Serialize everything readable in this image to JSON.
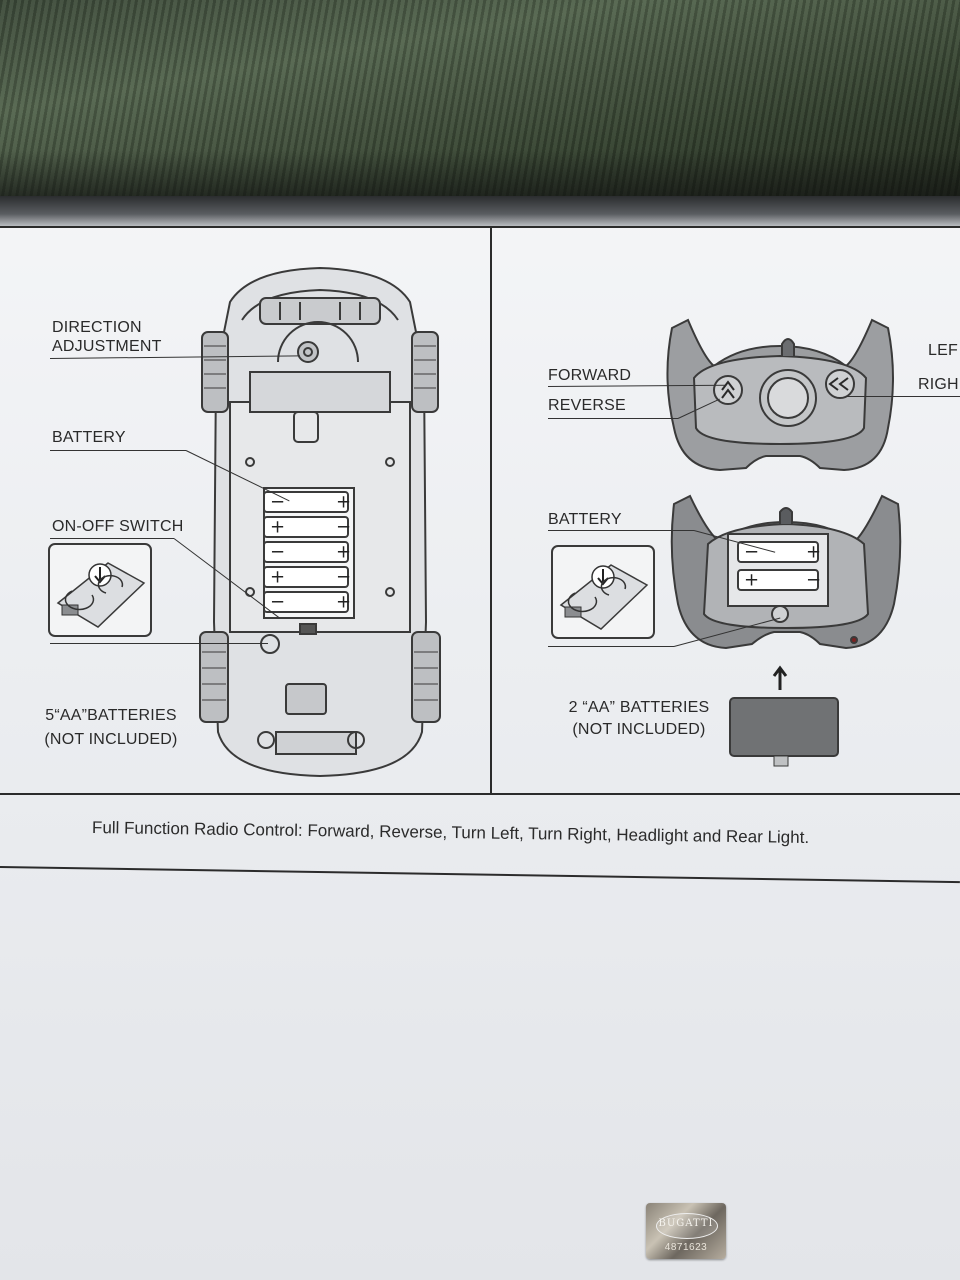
{
  "left_panel": {
    "direction_label_1": "DIRECTION",
    "direction_label_2": "ADJUSTMENT",
    "battery_label": "BATTERY",
    "switch_label": "ON-OFF SWITCH",
    "batteries_label_1": "5“AA”BATTERIES",
    "batteries_label_2": "(NOT INCLUDED)",
    "battery_count": 5
  },
  "right_panel": {
    "forward_label": "FORWARD",
    "reverse_label": "REVERSE",
    "left_label": "LEF",
    "right_label": "RIGH",
    "battery_label": "BATTERY",
    "batteries_label_1": "2 “AA” BATTERIES",
    "batteries_label_2": "(NOT INCLUDED)",
    "battery_count": 2
  },
  "caption": "Full Function Radio Control: Forward, Reverse, Turn Left, Turn Right, Headlight and Rear Light.",
  "sticker": {
    "brand": "BUGATTI",
    "serial": "4871623"
  },
  "colors": {
    "line_art": "#3a3a3a",
    "remote_fill": "#9c9ea1",
    "battery_box": "#707274"
  }
}
